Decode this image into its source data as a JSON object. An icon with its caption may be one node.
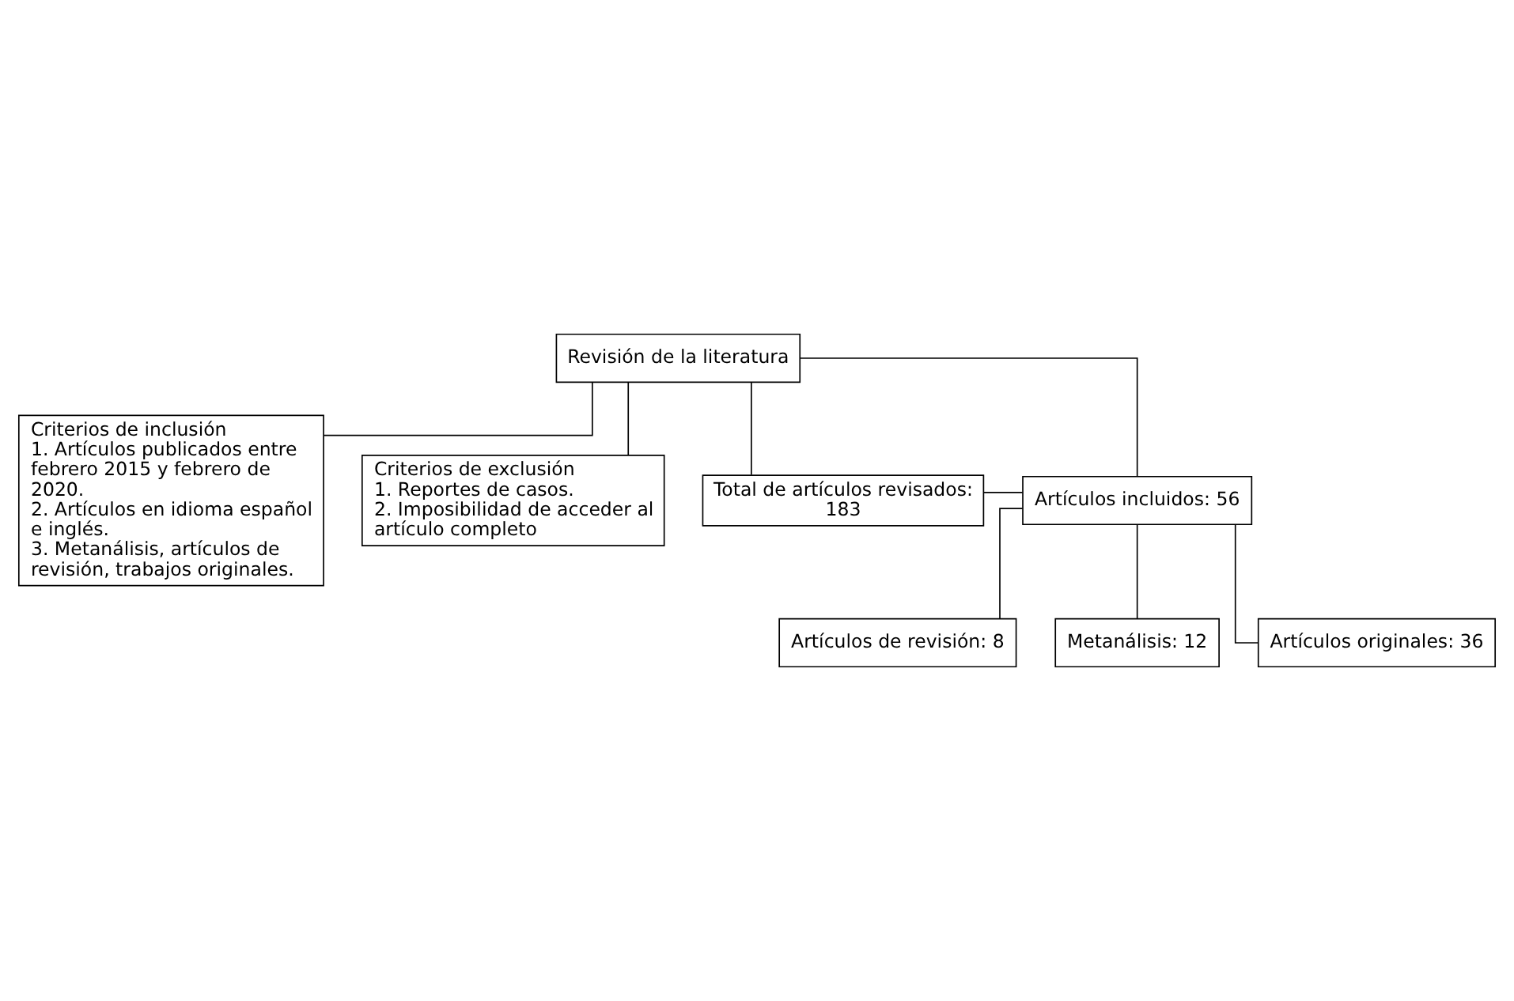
{
  "diagram": {
    "nodes": [
      {
        "text": [
          "Revisión de la literatura"
        ]
      },
      {
        "text": [
          "Criterios de inclusión",
          "1. Artículos publicados entre febrero 2015 y febrero de 2020.",
          "2. Artículos en idioma español e inglés.",
          "3. Metanálisis, artículos de revisión, trabajos originales."
        ]
      },
      {
        "text": [
          "Criterios de exclusión",
          "1. Reportes de casos.",
          "2. Imposibilidad de acceder al artículo completo"
        ]
      },
      {
        "text": [
          "Total de artículos revisados: 183"
        ]
      },
      {
        "text": [
          "Artículos incluidos: 56"
        ]
      },
      {
        "text": [
          "Artículos de revisión: 8"
        ]
      },
      {
        "text": [
          "Metanálisis: 12"
        ]
      },
      {
        "text": [
          "Artículos originales: 36"
        ]
      }
    ],
    "edges": [
      {
        "from": 0,
        "to": 1,
        "arrow": "none"
      },
      {
        "from": 0,
        "to": 3,
        "arrow": "none"
      },
      {
        "from": 0,
        "to": 2,
        "arrow": "none"
      },
      {
        "from": 0,
        "to": 4,
        "arrow": "none"
      },
      {
        "from": 3,
        "to": 4,
        "arrow": "none"
      },
      {
        "from": 4,
        "to": 5,
        "arrow": "none"
      },
      {
        "from": 4,
        "to": 6,
        "arrow": "none"
      },
      {
        "from": 4,
        "to": 7,
        "arrow": "none"
      }
    ]
  }
}
